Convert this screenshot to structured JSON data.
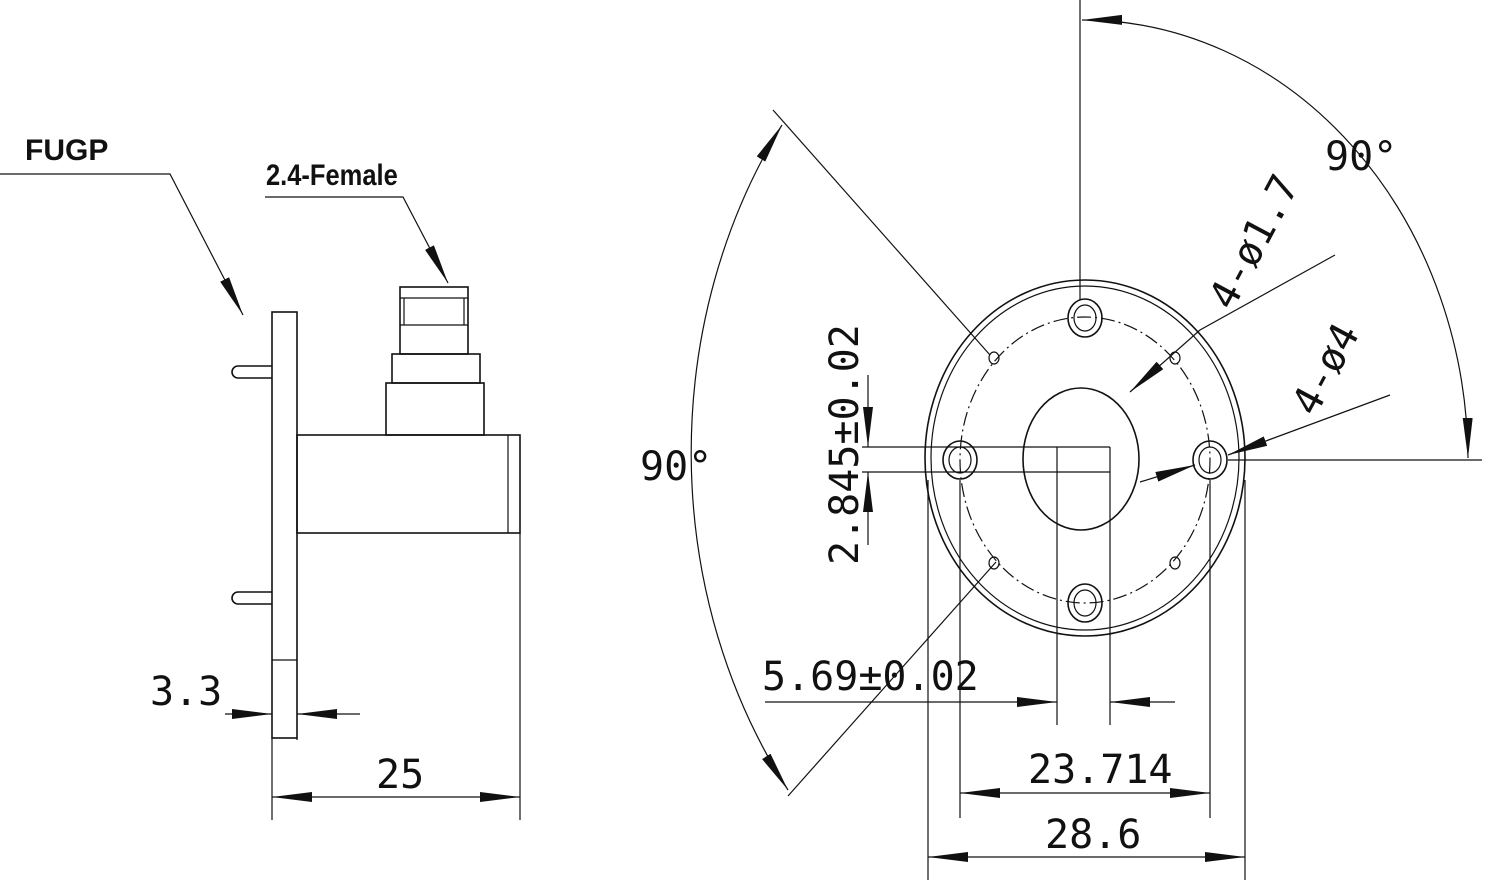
{
  "labels": {
    "flange_type": "FUGP",
    "connector": "2.4-Female"
  },
  "dimensions": {
    "flange_thickness": "3.3",
    "body_length": "25",
    "angle_top": "90°",
    "angle_left": "90°",
    "small_holes": "4-ø1.7",
    "large_holes": "4-ø4",
    "waveguide_height": "2.845±0.02",
    "waveguide_width": "5.69±0.02",
    "hole_spacing": "23.714",
    "flange_diameter": "28.6"
  }
}
